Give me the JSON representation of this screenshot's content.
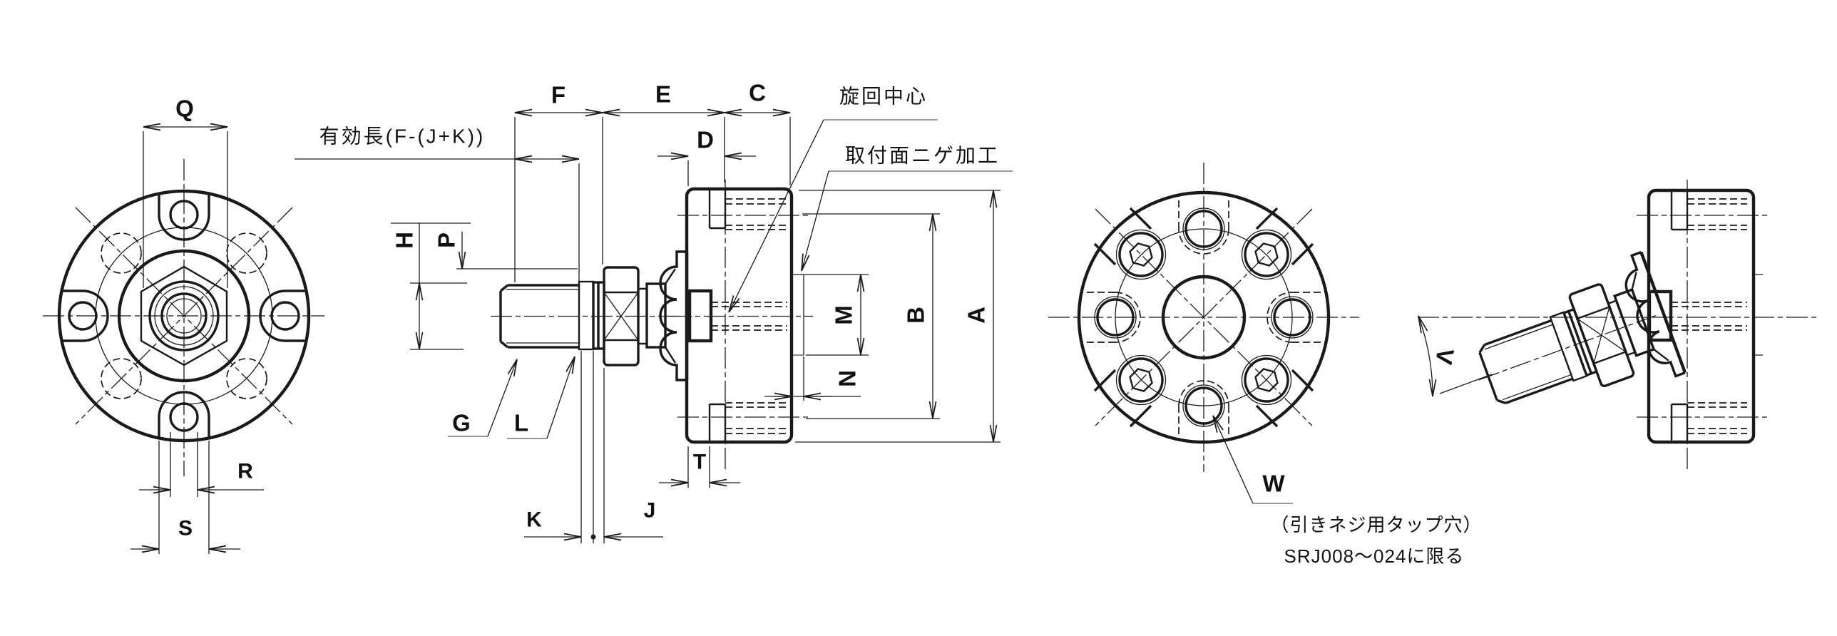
{
  "drawing": {
    "type": "mechanical-engineering-drawing",
    "product": "rotary swivel joint (SRJ type)",
    "colors": {
      "line": "#1a1a1a",
      "leader": "#777777",
      "background": "#ffffff"
    },
    "labels": {
      "q": "Q",
      "r": "R",
      "s": "S",
      "f": "F",
      "e": "E",
      "c": "C",
      "d": "D",
      "h": "H",
      "p": "P",
      "g": "G",
      "l": "L",
      "k": "K",
      "j": "J",
      "t": "T",
      "m": "M",
      "n": "N",
      "b": "B",
      "a": "A",
      "w": "W",
      "v": "V"
    },
    "notes": {
      "effective_length": "有効長(F-(J+K))",
      "swivel_center": "旋回中心",
      "mount_relief": "取付面ニゲ加工",
      "tap_hole": "（引きネジ用タップ穴）",
      "tap_hole_scope": "SRJ008～024に限る"
    }
  }
}
